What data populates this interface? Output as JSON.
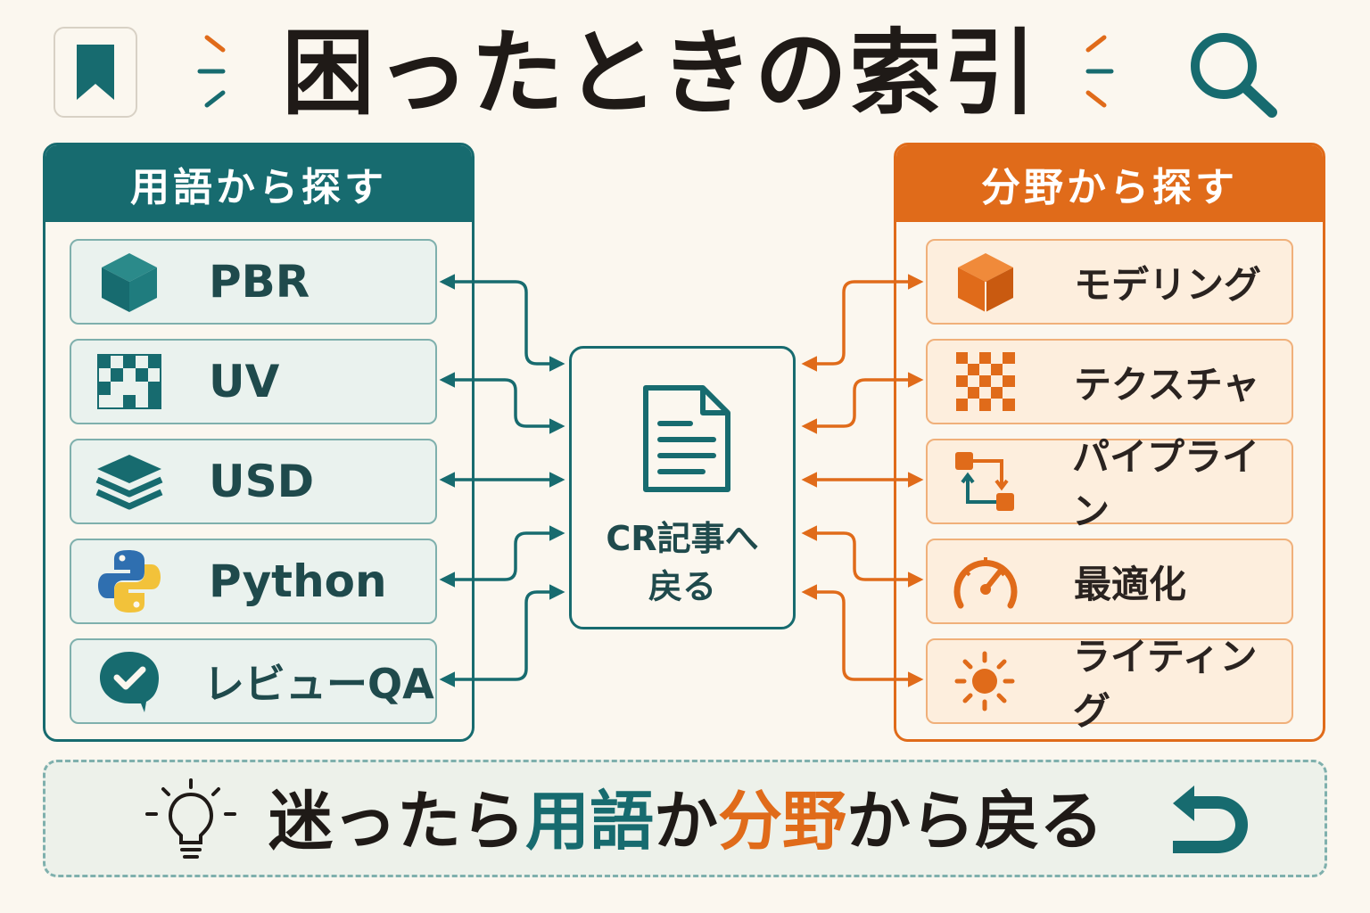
{
  "title": "困ったときの索引",
  "terms_panel": {
    "header": "用語から探す",
    "items": [
      {
        "label": "PBR",
        "icon": "cube-icon"
      },
      {
        "label": "UV",
        "icon": "uv-grid-icon"
      },
      {
        "label": "USD",
        "icon": "layers-icon"
      },
      {
        "label": "Python",
        "icon": "python-logo-icon"
      },
      {
        "label": "レビューQA",
        "icon": "chat-check-icon"
      }
    ]
  },
  "fields_panel": {
    "header": "分野から探す",
    "items": [
      {
        "label": "モデリング",
        "icon": "cube-icon"
      },
      {
        "label": "テクスチャ",
        "icon": "checker-icon"
      },
      {
        "label": "パイプライン",
        "icon": "pipeline-icon"
      },
      {
        "label": "最適化",
        "icon": "gauge-icon"
      },
      {
        "label": "ライティング",
        "icon": "sun-icon"
      }
    ]
  },
  "center": {
    "line1": "CR記事へ",
    "line2": "戻る",
    "icon": "document-icon"
  },
  "footer": {
    "part1": "迷ったら",
    "part2": "用語",
    "part3": "か",
    "part4": "分野",
    "part5": "から戻る",
    "icon_left": "lightbulb-icon",
    "icon_right": "return-arrow-icon"
  },
  "colors": {
    "teal": "#176b6f",
    "orange": "#e06b1a",
    "background": "#fbf7ef",
    "text": "#1f1a17"
  }
}
